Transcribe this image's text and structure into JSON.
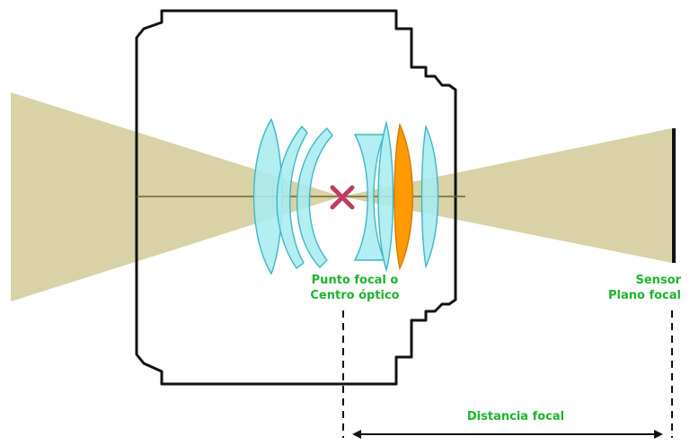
{
  "colors": {
    "light_beam": "#d8d2a6",
    "lens_element": "#a7ecf0",
    "lens_outline": "#3fb6c6",
    "special_lens": "#ff9900",
    "special_lens_outline": "#d07800",
    "optical_center_marker": "#c03a62",
    "label_text": "#1fb32f",
    "body_outline": "#111111",
    "optical_axis": "#6b6530"
  },
  "icons": {
    "optical_center": "x-mark-icon"
  },
  "labels": {
    "focal_point": [
      "Punto focal o",
      "Centro óptico"
    ],
    "sensor": [
      "Sensor",
      "Plano focal"
    ],
    "focal_distance": "Distancia focal"
  }
}
